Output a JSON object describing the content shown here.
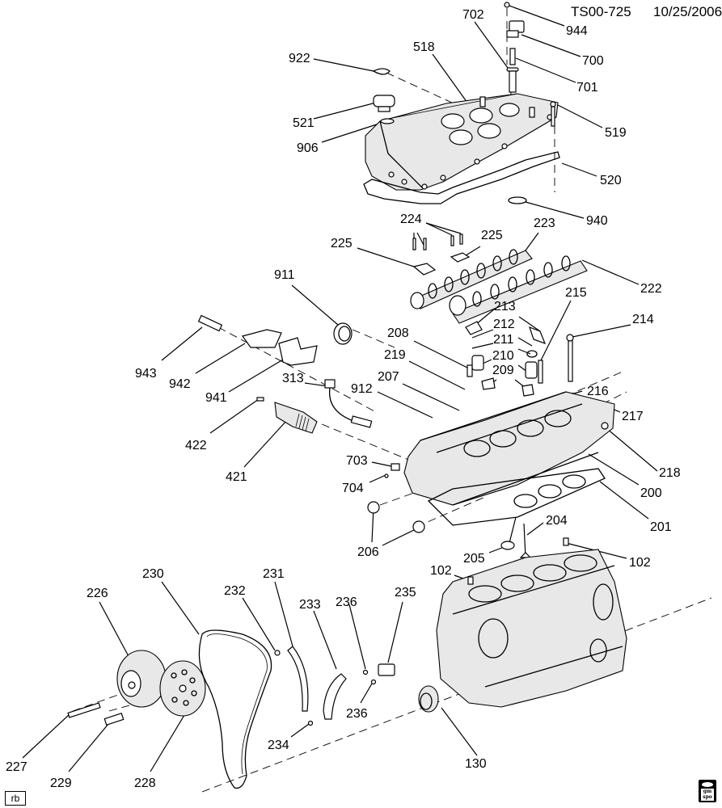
{
  "header": {
    "illustration_id": "TS00-725",
    "date": "10/25/2006"
  },
  "footer": {
    "author_tag": "rb",
    "logo_text_line1": "gm",
    "logo_text_line2": "spo"
  },
  "callouts": {
    "c944": "944",
    "c700": "700",
    "c701": "701",
    "c702": "702",
    "c518": "518",
    "c922": "922",
    "c521": "521",
    "c906": "906",
    "c519": "519",
    "c520": "520",
    "c940": "940",
    "c224": "224",
    "c225a": "225",
    "c225b": "225",
    "c223": "223",
    "c222": "222",
    "c911": "911",
    "c215": "215",
    "c213": "213",
    "c212": "212",
    "c211": "211",
    "c210": "210",
    "c209": "209",
    "c214": "214",
    "c208": "208",
    "c219": "219",
    "c207": "207",
    "c943": "943",
    "c942": "942",
    "c941": "941",
    "c313": "313",
    "c912": "912",
    "c216": "216",
    "c217": "217",
    "c422": "422",
    "c421": "421",
    "c703": "703",
    "c704": "704",
    "c218": "218",
    "c200": "200",
    "c201": "201",
    "c204": "204",
    "c206": "206",
    "c205": "205",
    "c102a": "102",
    "c102b": "102",
    "c230": "230",
    "c231": "231",
    "c226": "226",
    "c232": "232",
    "c233": "233",
    "c236a": "236",
    "c235": "235",
    "c236b": "236",
    "c234": "234",
    "c227": "227",
    "c229": "229",
    "c228": "228",
    "c130": "130"
  }
}
